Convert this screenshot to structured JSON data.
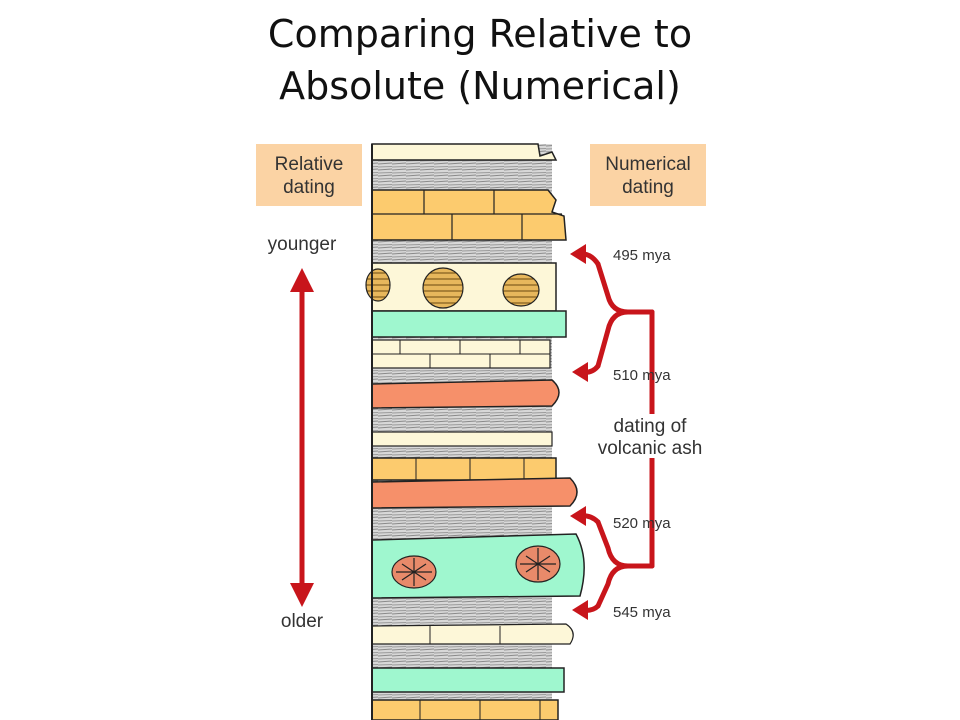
{
  "slide": {
    "title_line1": "Comparing Relative to",
    "title_line2": "Absolute (Numerical)"
  },
  "diagram": {
    "relative_box": {
      "line1": "Relative",
      "line2": "dating"
    },
    "numerical_box": {
      "line1": "Numerical",
      "line2": "dating"
    },
    "younger_label": "younger",
    "older_label": "older",
    "ash_label": {
      "line1": "dating of",
      "line2": "volcanic ash"
    },
    "ages": [
      {
        "value": "495",
        "unit": "mya"
      },
      {
        "value": "510",
        "unit": "mya"
      },
      {
        "value": "520",
        "unit": "mya"
      },
      {
        "value": "545",
        "unit": "mya"
      }
    ],
    "colors": {
      "label_box": "#fbd3a4",
      "limestone": "#fccb6e",
      "sandstone": "#fdf7d8",
      "shale": "#b9b9b9",
      "green_layer": "#9ff7cf",
      "ash_layer": "#f6906a",
      "arrow": "#c8151b",
      "fossil_shell": "#e7b75c",
      "trilobite": "#e88a6a"
    }
  }
}
